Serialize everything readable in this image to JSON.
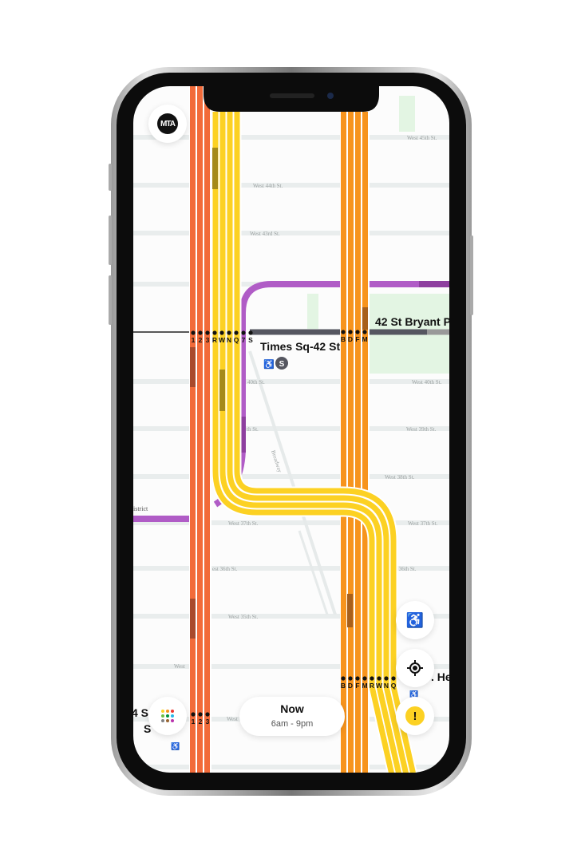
{
  "app": {
    "logo_text": "MTA"
  },
  "colors": {
    "red_line": "#f26b3a",
    "yellow_line": "#fcd123",
    "orange_line": "#f7941d",
    "purple_line": "#b05cc6",
    "shuttle": "#555660",
    "park": "#e3f5e3",
    "alert": "#fcd123"
  },
  "streets": {
    "w45": "West 45th St.",
    "w44": "West 44th St.",
    "w43": "West 43rd St.",
    "w40a": "40th St.",
    "w40b": "West 40th St.",
    "w39a": "th St.",
    "w39b": "West 39th St.",
    "w38": "West 38th St.",
    "w37a": "West 37th St.",
    "w37b": "West 37th St.",
    "w36a": "est 36th St.",
    "w36b": "t 36th St.",
    "w35": "West 35th St.",
    "w34": "West",
    "w33": "West",
    "broadway": "Broadway",
    "district": "istrict"
  },
  "stations": {
    "times_sq": {
      "name": "Times Sq-42 St",
      "routes": [
        "1",
        "2",
        "3",
        "R",
        "W",
        "N",
        "Q",
        "7",
        "S"
      ],
      "badge": "S"
    },
    "bryant_park": {
      "name": "42 St Bryant P",
      "routes": [
        "B",
        "D",
        "F",
        "M"
      ]
    },
    "herald_sq": {
      "name": ". He",
      "routes": [
        "B",
        "D",
        "F",
        "M",
        "R",
        "W",
        "N",
        "Q"
      ]
    },
    "penn": {
      "name_line1": "4 S",
      "name_line2": "S",
      "routes": [
        "1",
        "2",
        "3"
      ]
    }
  },
  "time_selector": {
    "label": "Now",
    "range": "6am - 9pm"
  },
  "buttons": {
    "accessibility": "wheelchair-icon",
    "locate": "crosshair-icon",
    "alerts": "!",
    "lines": "grid-icon"
  }
}
